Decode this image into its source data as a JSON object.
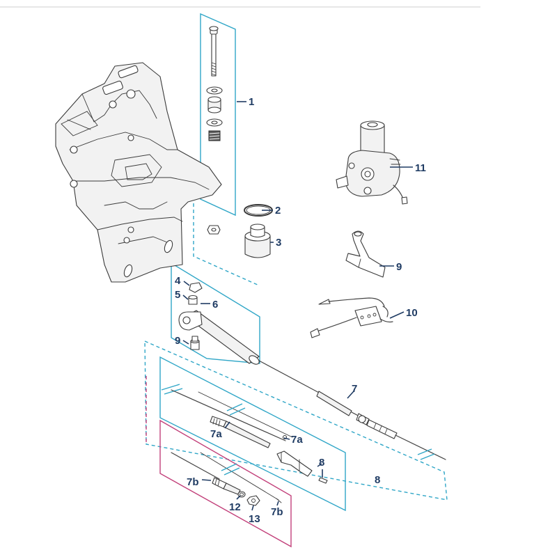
{
  "colors": {
    "frame_group": "#2fa6c7",
    "frame_subgroup": "#c2407a",
    "callout": "#1f3b63",
    "linework": "#3a3a3a"
  },
  "callouts": {
    "c1": "1",
    "c2": "2",
    "c3": "3",
    "c4": "4",
    "c5": "5",
    "c6": "6",
    "c7": "7",
    "c7a_1": "7a",
    "c7a_2": "7a",
    "c7b_1": "7b",
    "c7b_2": "7b",
    "c8_bracket": "8",
    "c8_group": "8",
    "c9_bracket": "9",
    "c9_fitting": "9",
    "c10": "10",
    "c11": "11",
    "c12": "12",
    "c13": "13"
  }
}
